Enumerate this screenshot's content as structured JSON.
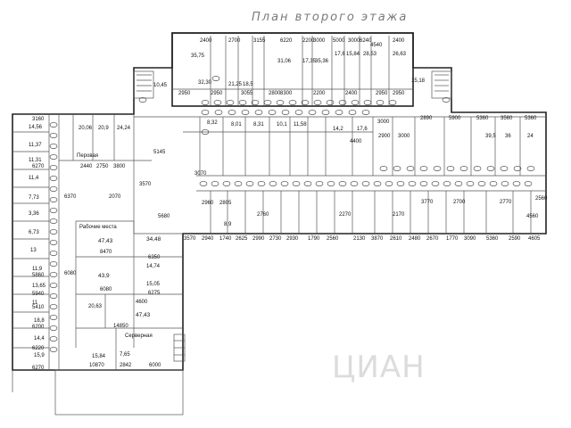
{
  "plan": {
    "title": "План второго этажа",
    "watermark": "ЦИАН",
    "area_labels": [
      "35,75",
      "32,30",
      "21,25",
      "18,5",
      "31,06",
      "17,35",
      "35,36",
      "17,6",
      "15,84",
      "28,53",
      "26,63",
      "10,45",
      "15,18",
      "20,06",
      "20,9",
      "24,24",
      "8,32",
      "8,01",
      "8,31",
      "10,1",
      "11,58",
      "14,2",
      "17,6",
      "14,56",
      "11,37",
      "11,31",
      "11,4",
      "7,73",
      "3,36",
      "6,73",
      "13",
      "11,9",
      "13,65",
      "11",
      "18,8",
      "14,4",
      "15,9",
      "47,43",
      "34,48",
      "14,74",
      "43,9",
      "15,05",
      "20,63",
      "47,43",
      "15,84",
      "7,65",
      "8,9",
      "39,5",
      "36",
      "24"
    ],
    "room_names": [
      "Рабочие места",
      "Перовая",
      "Серверная"
    ],
    "dimension_labels": [
      "2400",
      "2950",
      "2700",
      "3155",
      "6220",
      "2200",
      "3000",
      "5000",
      "3000",
      "6240",
      "2400",
      "8300",
      "3055",
      "2200",
      "4540",
      "2400",
      "2950",
      "2950",
      "2800",
      "2950",
      "2890",
      "5900",
      "5360",
      "3560",
      "5360",
      "3000",
      "2900",
      "3000",
      "4400",
      "3160",
      "6270",
      "2440",
      "2750",
      "3800",
      "5145",
      "3570",
      "6370",
      "2070",
      "5680",
      "8470",
      "6350",
      "6080",
      "6080",
      "6275",
      "5940",
      "6200",
      "6220",
      "6270",
      "5860",
      "5410",
      "4560",
      "3070",
      "3570",
      "2940",
      "1740",
      "2625",
      "2990",
      "2730",
      "2930",
      "1790",
      "2560",
      "2130",
      "3870",
      "2610",
      "2480",
      "2670",
      "3090",
      "1770",
      "2960",
      "2805",
      "2760",
      "2270",
      "2170",
      "5360",
      "2560",
      "2590",
      "4605",
      "3770",
      "2770",
      "2700",
      "14850",
      "10870",
      "4600",
      "2842",
      "6000"
    ],
    "colors": {
      "wall": "#222222",
      "thin": "#555555",
      "tag": "#333333",
      "background": "#ffffff"
    }
  }
}
